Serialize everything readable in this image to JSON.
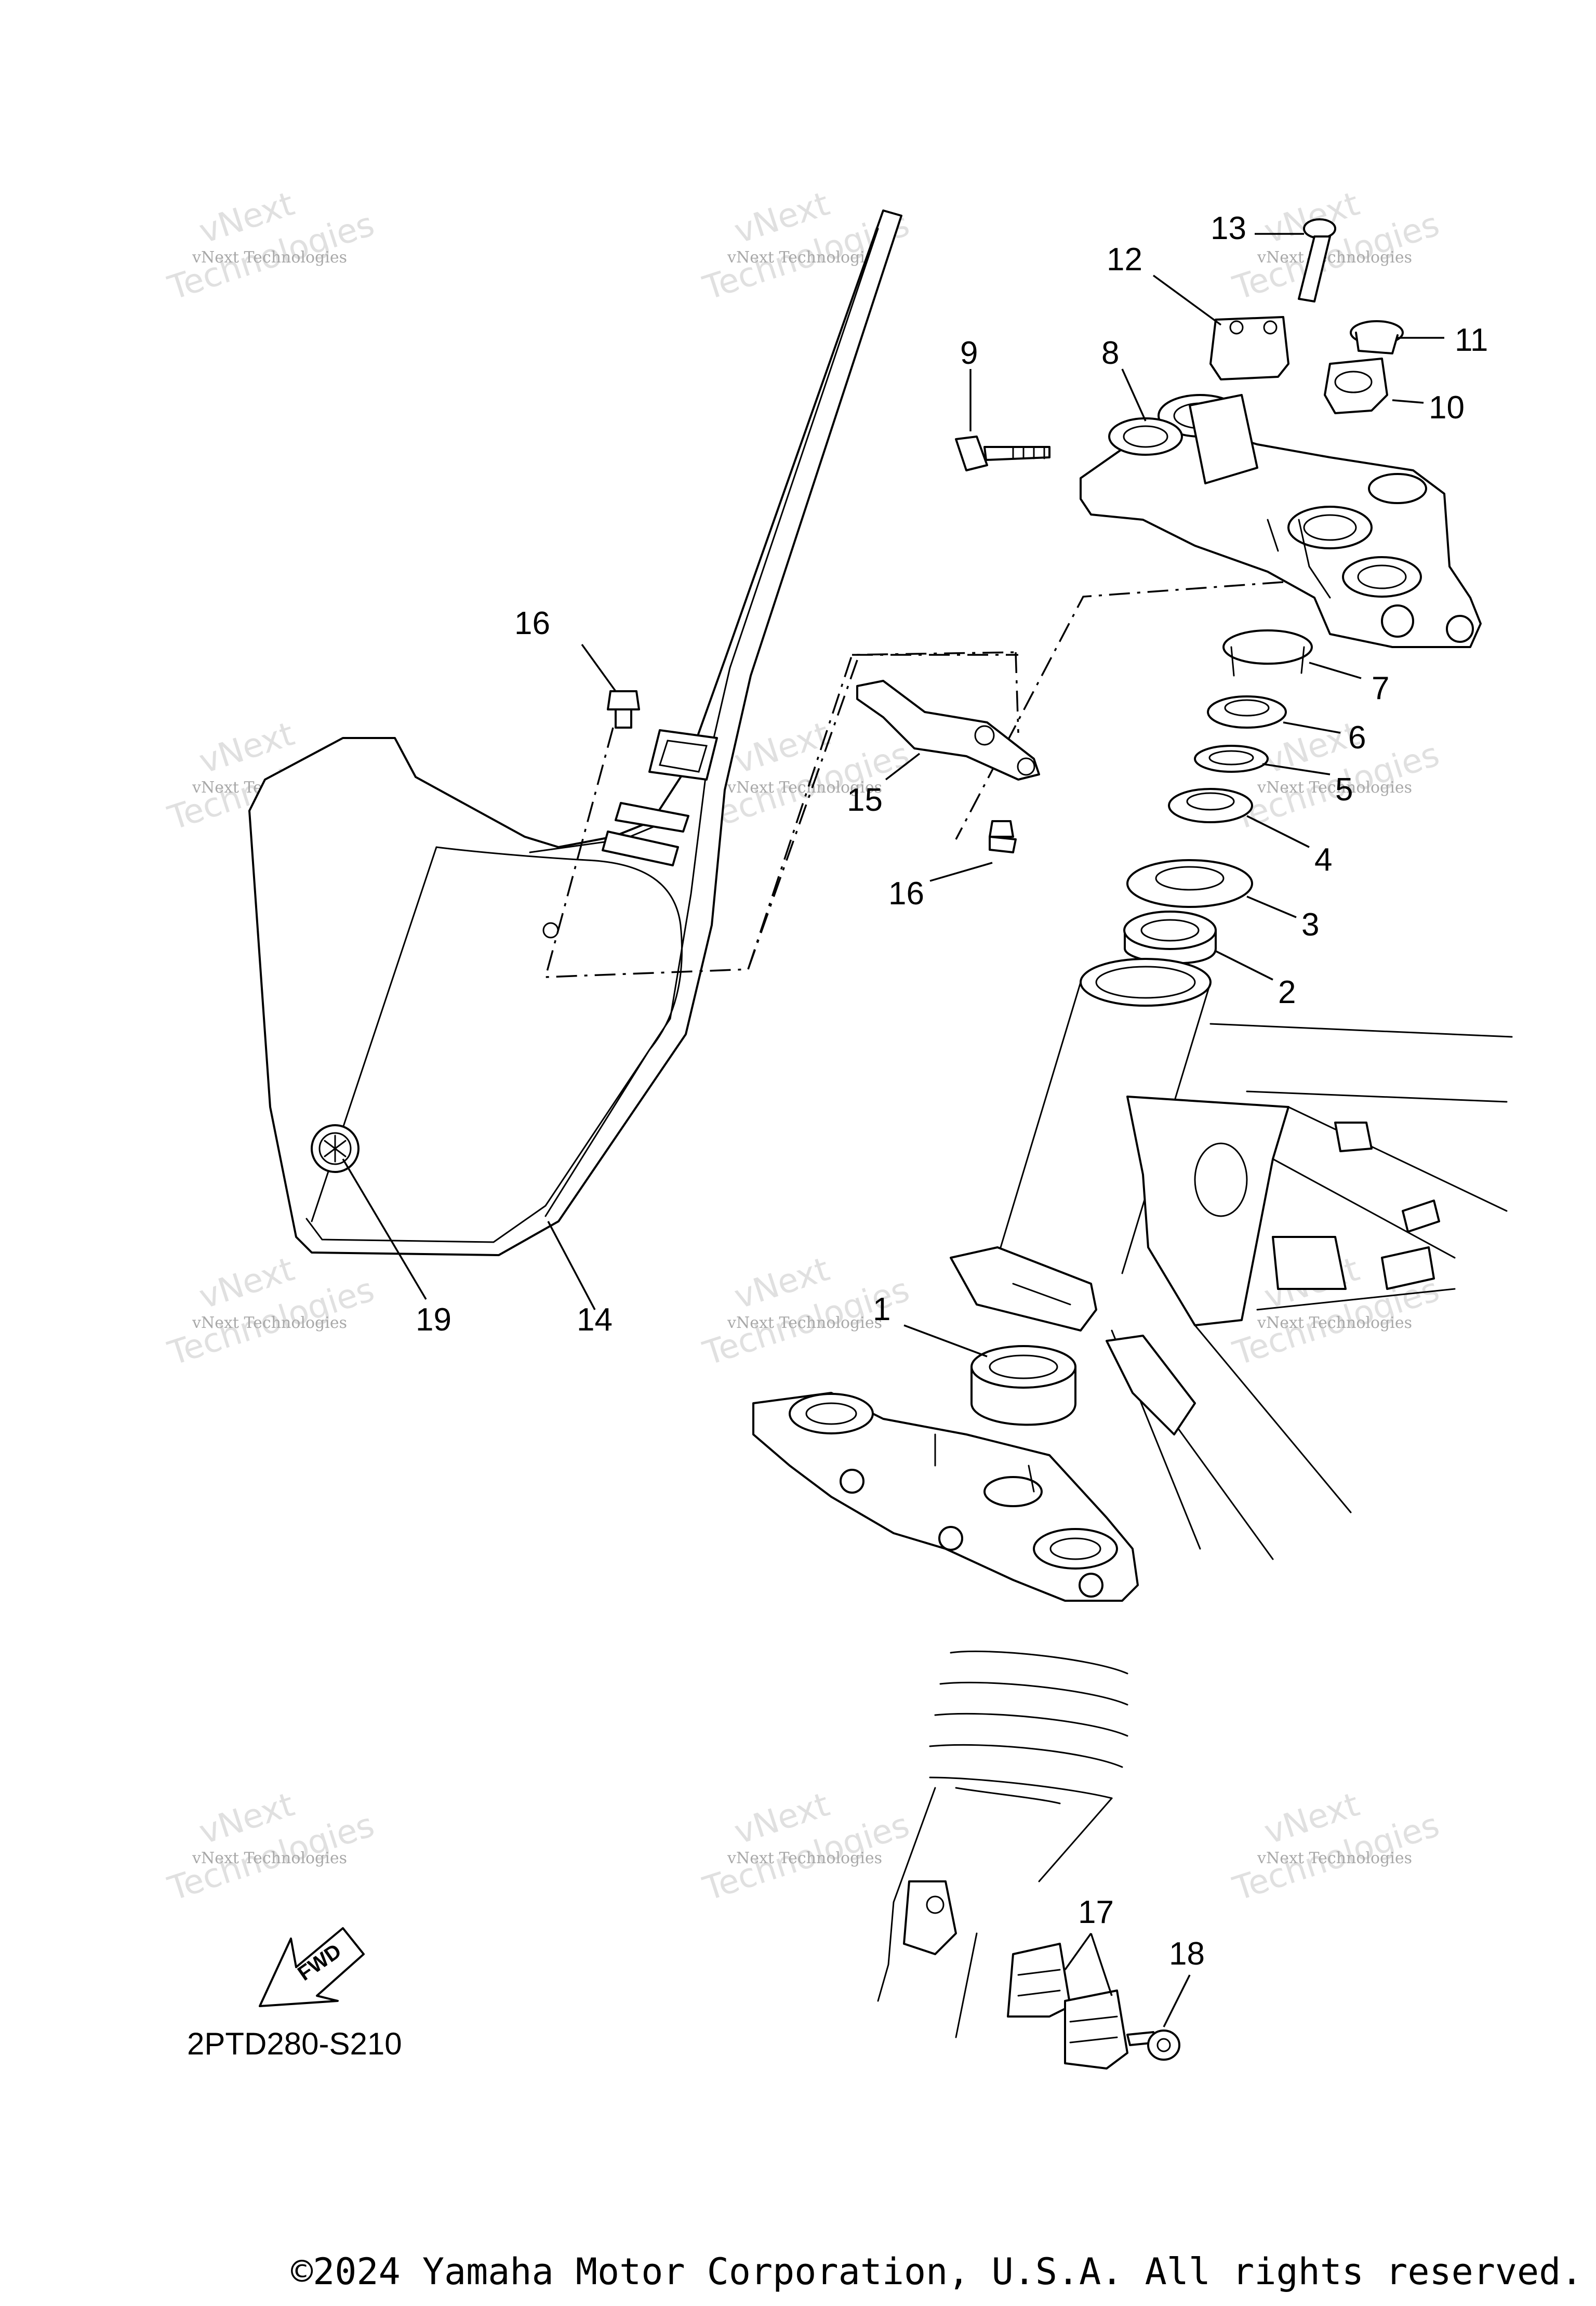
{
  "diagram": {
    "code": "2PTD280-S210",
    "copyright": "©2024 Yamaha Motor Corporation, U.S.A. All rights reserved.",
    "fwd_label": "FWD",
    "watermark": {
      "line1": "vNext",
      "line2": "Technologies",
      "line3": "vNext Technologies"
    },
    "callouts": [
      {
        "id": "callout-1",
        "label": "1"
      },
      {
        "id": "callout-2",
        "label": "2"
      },
      {
        "id": "callout-3",
        "label": "3"
      },
      {
        "id": "callout-4",
        "label": "4"
      },
      {
        "id": "callout-5",
        "label": "5"
      },
      {
        "id": "callout-6",
        "label": "6"
      },
      {
        "id": "callout-7",
        "label": "7"
      },
      {
        "id": "callout-8",
        "label": "8"
      },
      {
        "id": "callout-9",
        "label": "9"
      },
      {
        "id": "callout-10",
        "label": "10"
      },
      {
        "id": "callout-11",
        "label": "11"
      },
      {
        "id": "callout-12",
        "label": "12"
      },
      {
        "id": "callout-13",
        "label": "13"
      },
      {
        "id": "callout-14",
        "label": "14"
      },
      {
        "id": "callout-15",
        "label": "15"
      },
      {
        "id": "callout-16a",
        "label": "16"
      },
      {
        "id": "callout-16b",
        "label": "16"
      },
      {
        "id": "callout-17",
        "label": "17"
      },
      {
        "id": "callout-18",
        "label": "18"
      },
      {
        "id": "callout-19",
        "label": "19"
      }
    ]
  }
}
